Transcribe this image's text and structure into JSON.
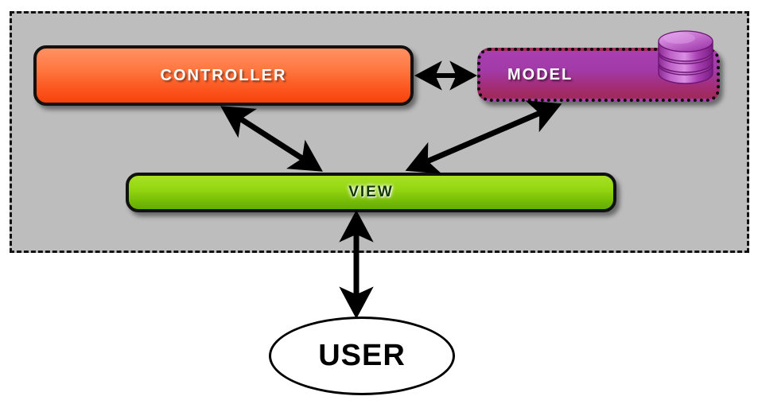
{
  "diagram": {
    "title": "MVC Architecture Diagram",
    "type": "architecture-diagram",
    "background_color": "#ffffff"
  },
  "system_boundary": {
    "name": "system-boundary",
    "fill_color": "#bdbdbd",
    "border_style": "dashed",
    "border_color": "#111111"
  },
  "nodes": [
    {
      "id": "controller",
      "label": "CONTROLLER",
      "shape": "rounded-rectangle",
      "fill_top": "#ff9063",
      "fill_bottom": "#f8420b",
      "text_color": "#ffffff",
      "border_style": "solid"
    },
    {
      "id": "model",
      "label": "MODEL",
      "shape": "rounded-rectangle",
      "fill_top": "#a93fb0",
      "fill_bottom": "#a02a58",
      "text_color": "#ffffff",
      "border_style": "dotted",
      "icon": "database-icon"
    },
    {
      "id": "view",
      "label": "VIEW",
      "shape": "rounded-rectangle",
      "fill_top": "#a6e224",
      "fill_bottom": "#63ad03",
      "text_color": "#123800",
      "border_style": "solid"
    },
    {
      "id": "user",
      "label": "USER",
      "shape": "ellipse",
      "fill": "#ffffff",
      "text_color": "#000000",
      "border_style": "solid"
    }
  ],
  "edges": [
    {
      "id": "controller-model",
      "from": "controller",
      "to": "model",
      "direction": "bidirectional",
      "orientation": "horizontal"
    },
    {
      "id": "controller-view",
      "from": "controller",
      "to": "view",
      "direction": "bidirectional",
      "orientation": "diagonal"
    },
    {
      "id": "model-view",
      "from": "model",
      "to": "view",
      "direction": "bidirectional",
      "orientation": "diagonal"
    },
    {
      "id": "view-user",
      "from": "view",
      "to": "user",
      "direction": "bidirectional",
      "orientation": "vertical"
    }
  ],
  "icons": {
    "database": {
      "name": "database-icon",
      "color_light": "#cf7fd8",
      "color_mid": "#a93fb0",
      "color_dark": "#7d2087",
      "disc_count": 3
    }
  }
}
